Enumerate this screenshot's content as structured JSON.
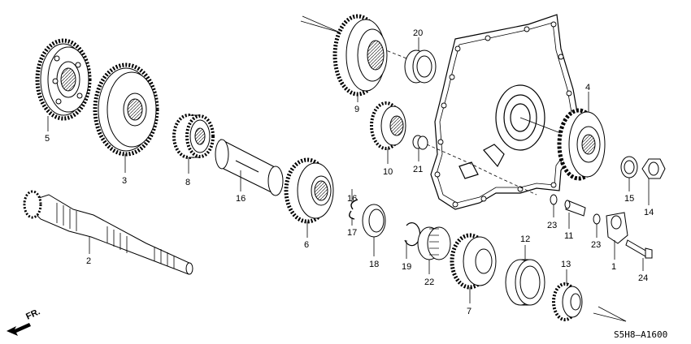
{
  "diagram": {
    "title": "",
    "direction_label": "FR.",
    "part_code": "S5H8—A1600",
    "callouts": [
      {
        "id": "c1",
        "label": "1"
      },
      {
        "id": "c2",
        "label": "2"
      },
      {
        "id": "c3",
        "label": "3"
      },
      {
        "id": "c4",
        "label": "4"
      },
      {
        "id": "c5",
        "label": "5"
      },
      {
        "id": "c6",
        "label": "6"
      },
      {
        "id": "c7",
        "label": "7"
      },
      {
        "id": "c8",
        "label": "8"
      },
      {
        "id": "c9",
        "label": "9"
      },
      {
        "id": "c10",
        "label": "10"
      },
      {
        "id": "c11",
        "label": "11"
      },
      {
        "id": "c12",
        "label": "12"
      },
      {
        "id": "c13",
        "label": "13"
      },
      {
        "id": "c14",
        "label": "14"
      },
      {
        "id": "c15",
        "label": "15"
      },
      {
        "id": "c16a",
        "label": "16"
      },
      {
        "id": "c16b",
        "label": "16"
      },
      {
        "id": "c17",
        "label": "17"
      },
      {
        "id": "c18",
        "label": "18"
      },
      {
        "id": "c19",
        "label": "19"
      },
      {
        "id": "c20",
        "label": "20"
      },
      {
        "id": "c21",
        "label": "21"
      },
      {
        "id": "c22",
        "label": "22"
      },
      {
        "id": "c23a",
        "label": "23"
      },
      {
        "id": "c23b",
        "label": "23"
      },
      {
        "id": "c24",
        "label": "24"
      }
    ]
  }
}
